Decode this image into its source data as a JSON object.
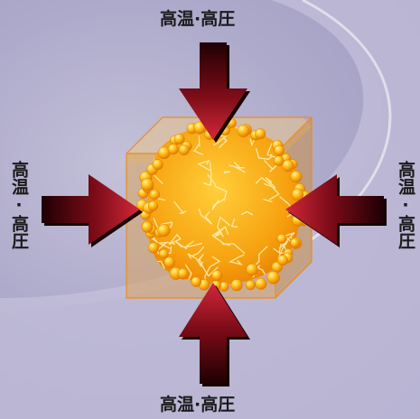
{
  "labels": {
    "top": "高温·高圧",
    "bottom": "高温·高圧",
    "left": "高温·高圧",
    "right": "高温·高圧"
  },
  "colors": {
    "arrow_dark": "#3a0008",
    "arrow_mid": "#8a0f1c",
    "arrow_light": "#c02030",
    "grain_light": "#ffd84a",
    "grain_dark": "#f08a00",
    "cube_face": "#e8b26a"
  }
}
